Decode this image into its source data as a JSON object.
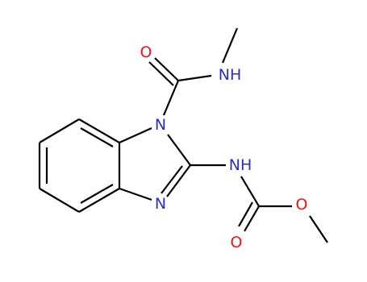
{
  "atoms": {
    "n_ring1": {
      "text": "N",
      "color": "#2B2DBE"
    },
    "n_ring2": {
      "text": "N",
      "color": "#2B2DBE"
    },
    "o_carbonyl_top": {
      "text": "O",
      "color": "#E8121B"
    },
    "nh_methylamide": {
      "text": "NH",
      "color": "#2B2DBE"
    },
    "nh_carbamate": {
      "text": "NH",
      "color": "#2B2DBE"
    },
    "o_ester": {
      "text": "O",
      "color": "#E8121B"
    },
    "o_carbonyl_bottom": {
      "text": "O",
      "color": "#E8121B"
    }
  }
}
